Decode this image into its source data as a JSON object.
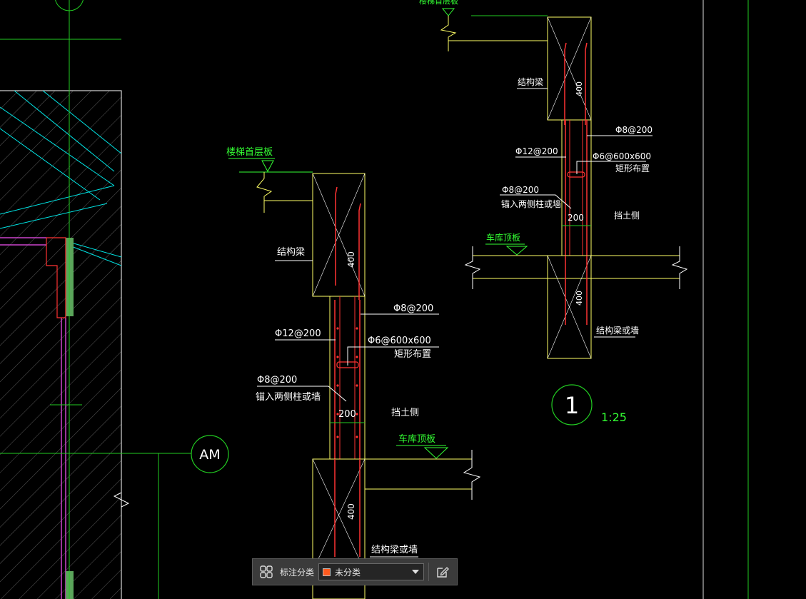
{
  "drawing": {
    "axis_label": "AM",
    "detail_number": "1",
    "detail_scale": "1:25",
    "left_detail": {
      "level_top": "楼梯首层板",
      "beam_label": "结构梁",
      "beam_dim": "400",
      "stirrup_label": "Φ8@200",
      "vertical_bar_label": "Φ12@200",
      "tie_label": "Φ6@600x600",
      "tie_note": "矩形布置",
      "anchor_bar_label": "Φ8@200",
      "anchor_note": "锚入两侧柱或墙",
      "wall_thickness": "200",
      "soil_side": "挡土侧",
      "level_bottom": "车库顶板",
      "bottom_beam_dim": "400",
      "bottom_beam_label": "结构梁或墙"
    },
    "right_detail": {
      "level_top": "楼梯首层板",
      "beam_label": "结构梁",
      "beam_dim": "400",
      "stirrup_label": "Φ8@200",
      "vertical_bar_label": "Φ12@200",
      "tie_label": "Φ6@600x600",
      "tie_note": "矩形布置",
      "anchor_bar_label": "Φ8@200",
      "anchor_note": "锚入两侧柱或墙",
      "wall_thickness": "200",
      "soil_side": "挡土侧",
      "level_bottom": "车库顶板",
      "bottom_beam_dim": "400",
      "bottom_beam_label": "结构梁或墙"
    },
    "colors": {
      "background": "#000000",
      "line_yellow": "#ffff66",
      "line_white": "#ffffff",
      "level_green": "#33ff33",
      "rebar_red": "#ff3333",
      "hatch_cyan": "#00e5e5",
      "grid_green": "#22cc22",
      "wall_magenta": "#cc44cc"
    }
  },
  "toolbar": {
    "label": "标注分类",
    "selected_category": "未分类",
    "swatch_color": "#ff5a1e",
    "icons": [
      "grid-icon",
      "chevron-down-icon",
      "edit-icon"
    ]
  }
}
